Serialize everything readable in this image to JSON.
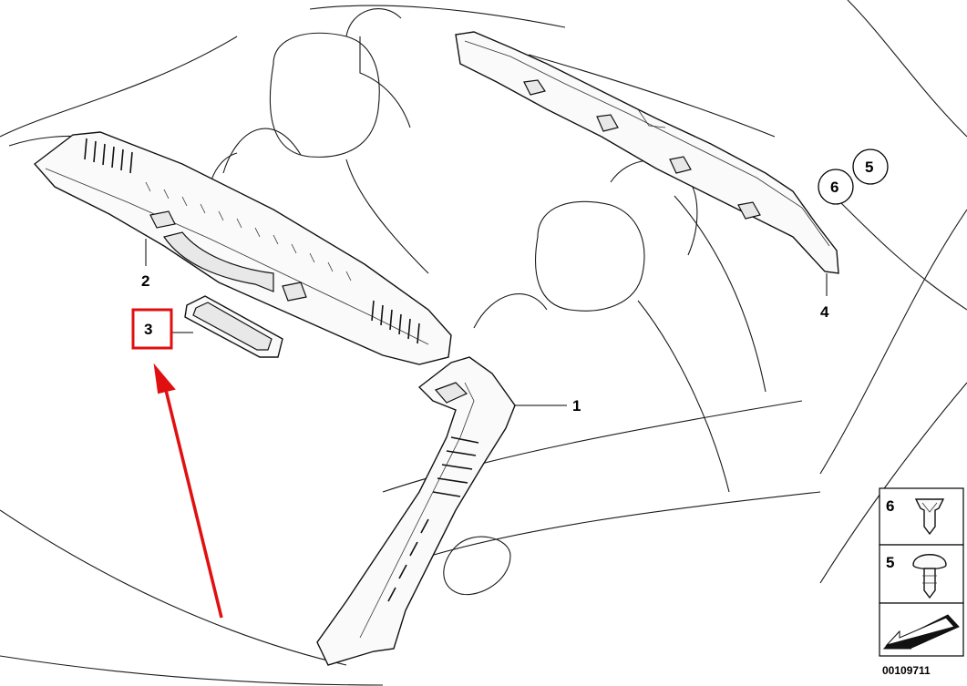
{
  "callouts": {
    "c1": "1",
    "c2": "2",
    "c3": "3",
    "c4": "4",
    "c5": "5",
    "c6": "6"
  },
  "legend": {
    "item6": "6",
    "item5": "5"
  },
  "document_number": "00109711",
  "colors": {
    "highlight": "#e01010",
    "ink": "#111111"
  }
}
